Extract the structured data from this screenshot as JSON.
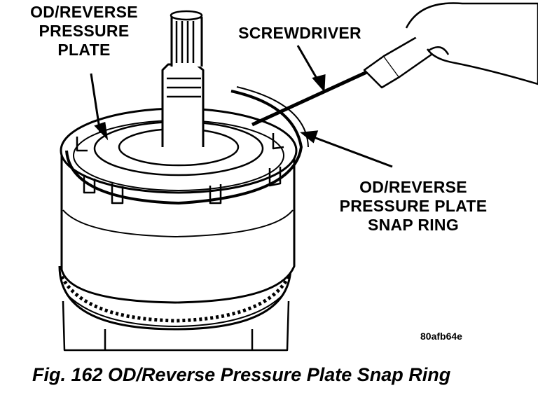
{
  "labels": {
    "pressure_plate": [
      "OD/REVERSE",
      "PRESSURE",
      "PLATE"
    ],
    "screwdriver": "SCREWDRIVER",
    "snap_ring": [
      "OD/REVERSE",
      "PRESSURE PLATE",
      "SNAP RING"
    ]
  },
  "figure_code": "80afb64e",
  "caption": "Fig. 162 OD/Reverse Pressure Plate Snap Ring"
}
